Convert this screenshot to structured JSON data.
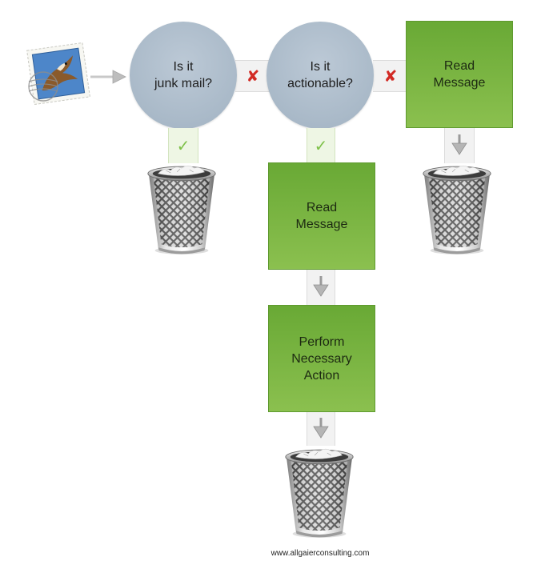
{
  "nodes": {
    "decision_junk": {
      "lines": [
        "Is it",
        "junk mail?"
      ]
    },
    "decision_actionable": {
      "lines": [
        "Is it",
        "actionable?"
      ]
    },
    "read_message_top": {
      "lines": [
        "Read",
        "Message"
      ]
    },
    "read_message_middle": {
      "lines": [
        "Read",
        "Message"
      ]
    },
    "perform_action": {
      "lines": [
        "Perform",
        "Necessary",
        "Action"
      ]
    }
  },
  "marks": {
    "no": "✘",
    "yes": "✓"
  },
  "icons": {
    "start": "mail-stamp-icon",
    "trash": "trash-can-icon",
    "flow": "down-arrow-icon"
  },
  "colors": {
    "decision": "#a9b9c8",
    "process": "#7cb342",
    "no_mark": "#d22a24",
    "yes_mark": "#7fc14a"
  },
  "footer": "www.allgaierconsulting.com"
}
